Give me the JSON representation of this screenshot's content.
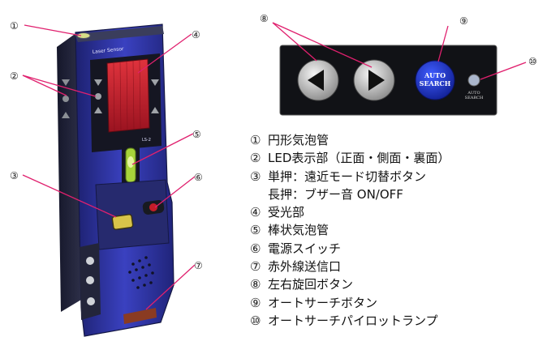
{
  "device": {
    "brand_text": "Laser Sensor",
    "model_text": "LS-2"
  },
  "panel": {
    "auto_search_line1": "AUTO",
    "auto_search_line2": "SEARCH",
    "lamp_line1": "AUTO",
    "lamp_line2": "SEARCH"
  },
  "callouts": [
    "①",
    "②",
    "③",
    "④",
    "⑤",
    "⑥",
    "⑦",
    "⑧",
    "⑨",
    "⑩"
  ],
  "legend": [
    {
      "num": "①",
      "text": "円形気泡管"
    },
    {
      "num": "②",
      "text": "LED表示部（正面・側面・裏面）"
    },
    {
      "num": "③",
      "text": "単押：遠近モード切替ボタン"
    },
    {
      "num": "",
      "text": "長押：ブザー音 ON/OFF"
    },
    {
      "num": "④",
      "text": "受光部"
    },
    {
      "num": "⑤",
      "text": "棒状気泡管"
    },
    {
      "num": "⑥",
      "text": "電源スイッチ"
    },
    {
      "num": "⑦",
      "text": "赤外線送信口"
    },
    {
      "num": "⑧",
      "text": "左右旋回ボタン"
    },
    {
      "num": "⑨",
      "text": "オートサーチボタン"
    },
    {
      "num": "⑩",
      "text": "オートサーチパイロットランプ"
    }
  ],
  "colors": {
    "device_blue": "#2b2f9e",
    "device_dark": "#23243a",
    "receiver_red": "#c0202a",
    "panel_black": "#111216",
    "auto_search_blue": "#1b36c9",
    "callout_line": "#e0206e"
  }
}
